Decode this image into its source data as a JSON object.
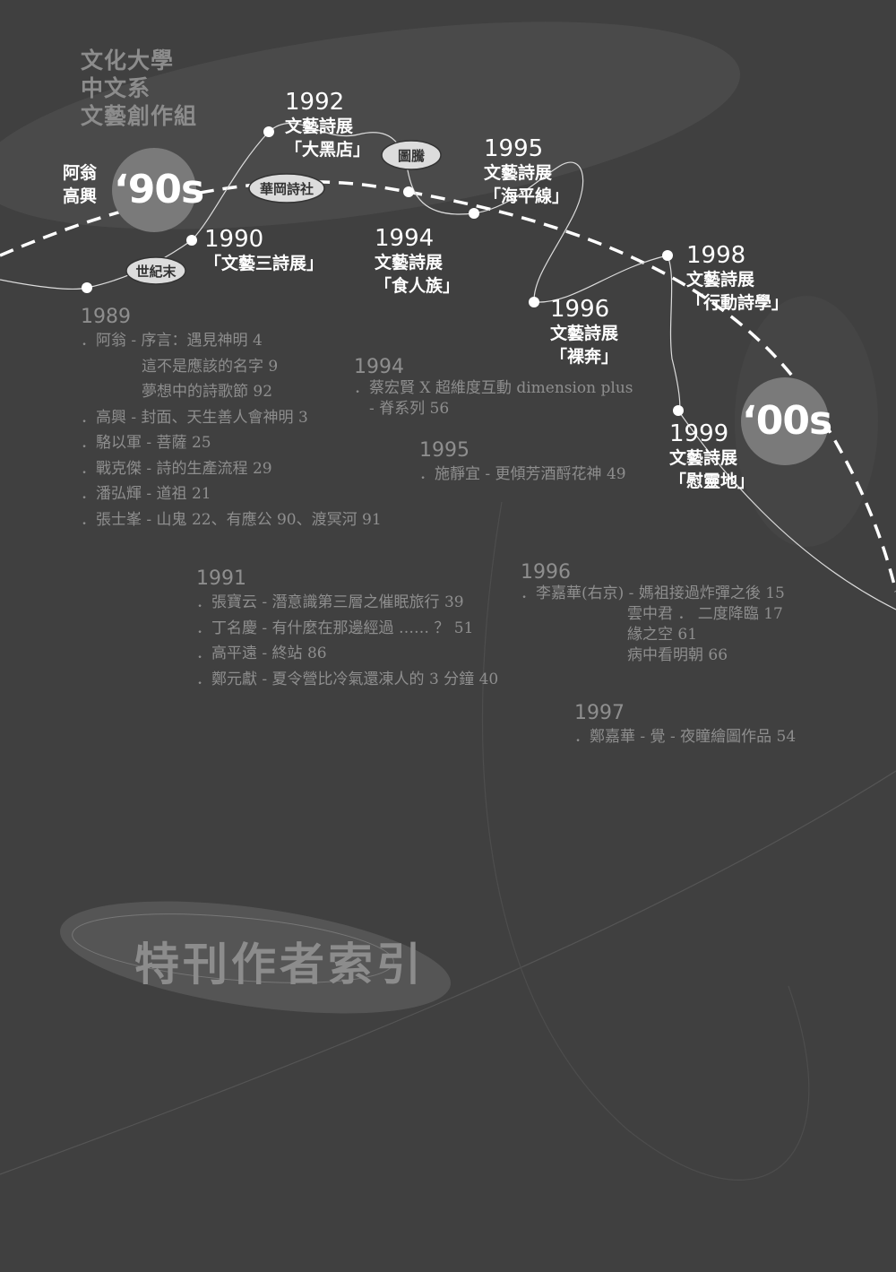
{
  "header": [
    "文化大學",
    "中文系",
    "文藝創作組"
  ],
  "side_names": [
    "阿翁",
    "高興"
  ],
  "decades": {
    "d90": "‘90s",
    "d00": "‘00s"
  },
  "pills": {
    "century_end": "世紀末",
    "huagang": "華岡詩社",
    "totem": "圖騰"
  },
  "events": {
    "e1990": {
      "year": "1990",
      "lines": [
        "「文藝三詩展」"
      ]
    },
    "e1992": {
      "year": "1992",
      "lines": [
        "文藝詩展",
        "「大黑店」"
      ]
    },
    "e1994": {
      "year": "1994",
      "lines": [
        "文藝詩展",
        "「食人族」"
      ]
    },
    "e1995": {
      "year": "1995",
      "lines": [
        "文藝詩展",
        "「海平線」"
      ]
    },
    "e1996": {
      "year": "1996",
      "lines": [
        "文藝詩展",
        "「裸奔」"
      ]
    },
    "e1998": {
      "year": "1998",
      "lines": [
        "文藝詩展",
        "「行動詩學」"
      ]
    },
    "e1999": {
      "year": "1999",
      "lines": [
        "文藝詩展",
        "「慰靈地」"
      ]
    }
  },
  "index": {
    "i1989": {
      "year": "1989",
      "lines": [
        "．阿翁 - 序言：遇見神明 4",
        "　　　　這不是應該的名字 9",
        "　　　　夢想中的詩歌節 92",
        "．高興 - 封面、天生善人會神明 3",
        "．駱以軍 - 菩薩 25",
        "．戰克傑 - 詩的生產流程 29",
        "．潘弘輝 - 道祖 21",
        "．張士峯 - 山鬼 22、有應公 90、渡冥河 91"
      ]
    },
    "i1991": {
      "year": "1991",
      "lines": [
        "．張寶云 - 潛意識第三層之催眠旅行 39",
        "．丁名慶 - 有什麼在那邊經過 …… ？ 51",
        "．高平遠 - 終站 86",
        "．鄭元獻 - 夏令營比冷氣還凍人的 3 分鐘 40"
      ]
    },
    "i1994": {
      "year": "1994",
      "lines": [
        "．蔡宏賢 X 超維度互動 dimension plus",
        "　- 脊系列 56"
      ]
    },
    "i1995": {
      "year": "1995",
      "lines": [
        "．施靜宜 - 更傾芳酒酹花神 49"
      ]
    },
    "i1996": {
      "year": "1996",
      "lines": [
        "．李嘉華(右京) - 媽祖接過炸彈之後 15",
        "　　　　　　　雲中君 ． 二度降臨 17",
        "　　　　　　　緣之空 61",
        "　　　　　　　病中看明朝 66"
      ]
    },
    "i1997": {
      "year": "1997",
      "lines": [
        "．鄭嘉華 - 覺 - 夜瞳繪圖作品 54"
      ]
    }
  },
  "page_title": "特刊作者索引"
}
